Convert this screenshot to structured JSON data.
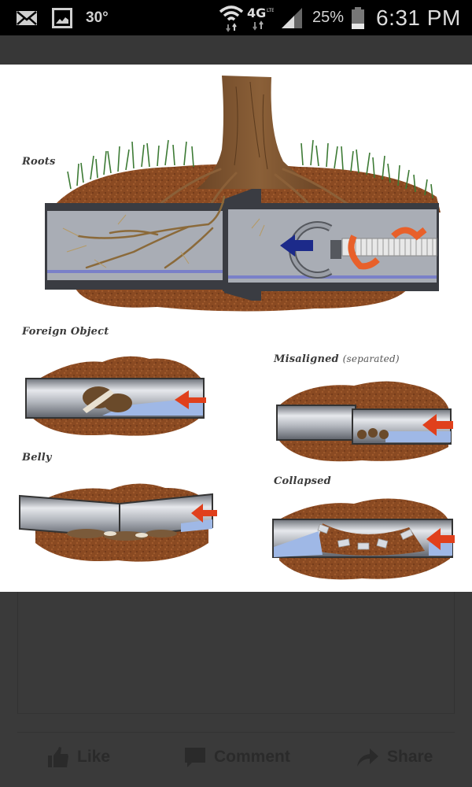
{
  "status_bar": {
    "left_icons": [
      "mail-icon",
      "gallery-icon"
    ],
    "temperature": "30°",
    "network": "4G LTE",
    "battery_percent": "25%",
    "time": "6:31 PM"
  },
  "image": {
    "labels": {
      "roots": "Roots",
      "foreign_object": "Foreign Object",
      "misaligned": "Misaligned",
      "misaligned_sub": "(separated)",
      "belly": "Belly",
      "collapsed": "Collapsed"
    },
    "colors": {
      "soil": "#8a4a22",
      "pipe": "#a9adb5",
      "water": "#9fb8e6",
      "arrow_red": "#e0401c",
      "arrow_blue": "#1c2a8a",
      "grass": "#3c7a34",
      "trunk": "#7a5230"
    }
  },
  "post_actions": {
    "like": "Like",
    "comment": "Comment",
    "share": "Share"
  }
}
